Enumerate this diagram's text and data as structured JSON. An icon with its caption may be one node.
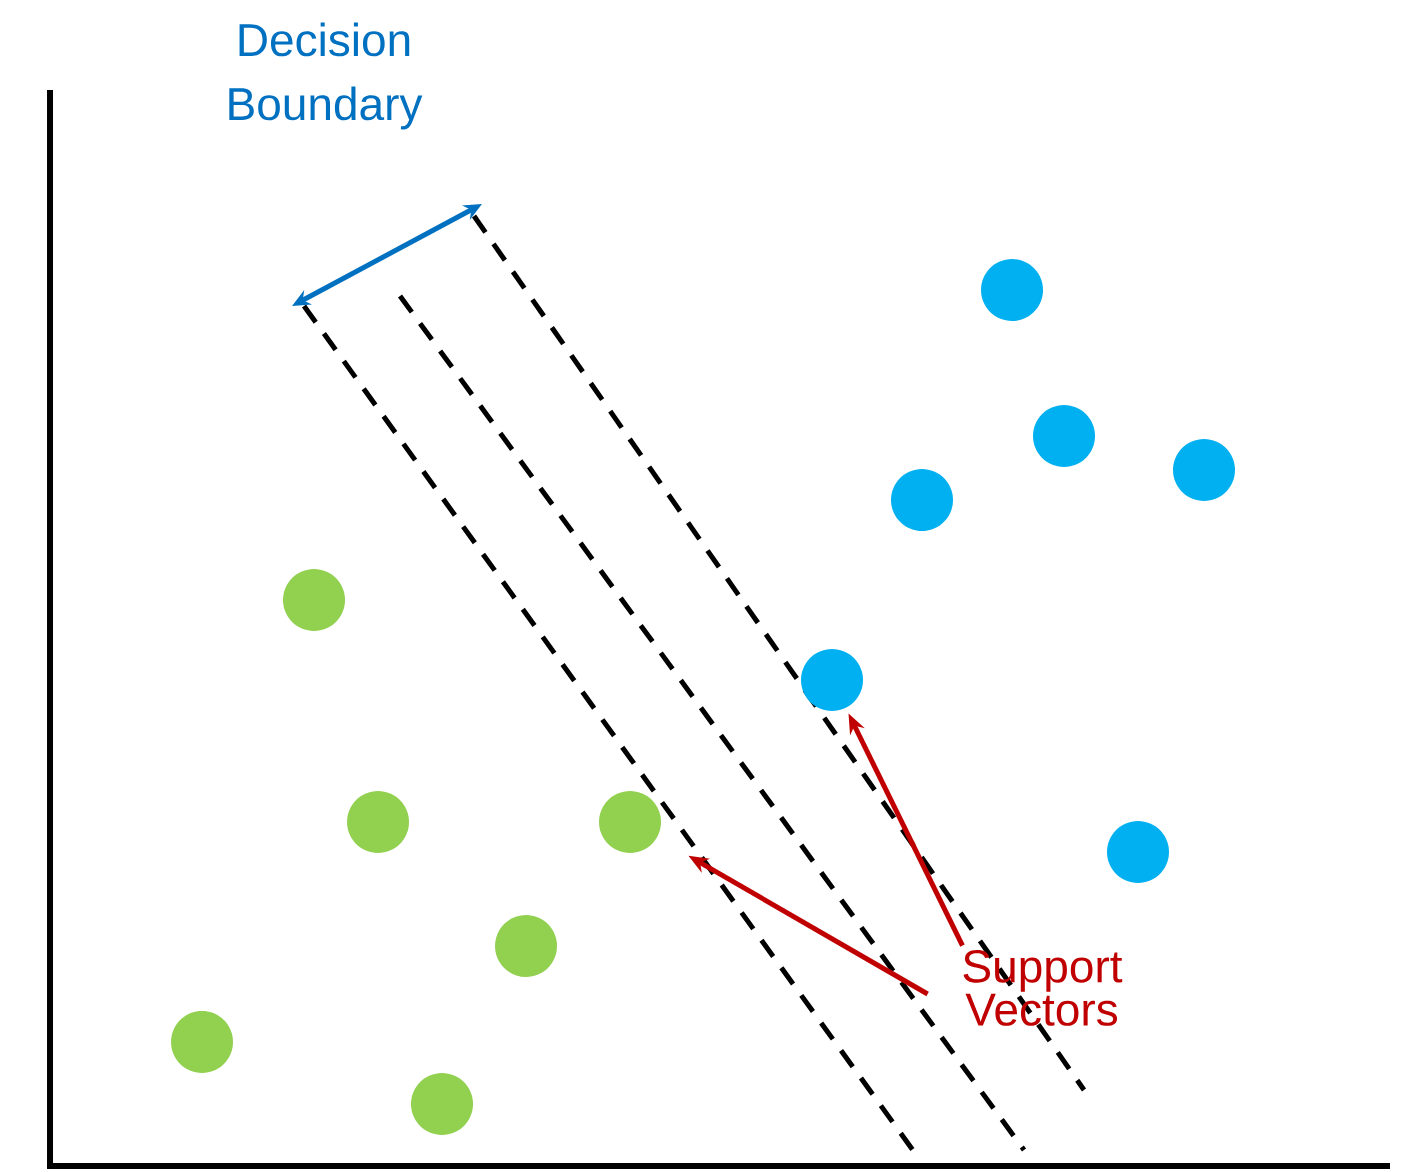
{
  "diagram": {
    "nodes": [
      {
        "text": [],
        "shape": "circle"
      },
      {
        "text": [],
        "shape": "circle"
      },
      {
        "text": [],
        "shape": "circle"
      },
      {
        "text": [],
        "shape": "circle"
      },
      {
        "text": [],
        "shape": "circle"
      },
      {
        "text": [],
        "shape": "circle"
      },
      {
        "text": [],
        "shape": "circle"
      },
      {
        "text": [],
        "shape": "circle"
      },
      {
        "text": [],
        "shape": "circle"
      },
      {
        "text": [],
        "shape": "circle"
      },
      {
        "text": [],
        "shape": "circle"
      },
      {
        "text": [],
        "shape": "circle"
      },
      {
        "text": [
          "Support Vectors"
        ]
      }
    ],
    "edges": [
      {
        "from": 12,
        "to": 4,
        "arrow": "to"
      },
      {
        "from": 12,
        "to": 7,
        "arrow": "to"
      }
    ],
    "labels": [
      "Decision Boundary"
    ]
  }
}
